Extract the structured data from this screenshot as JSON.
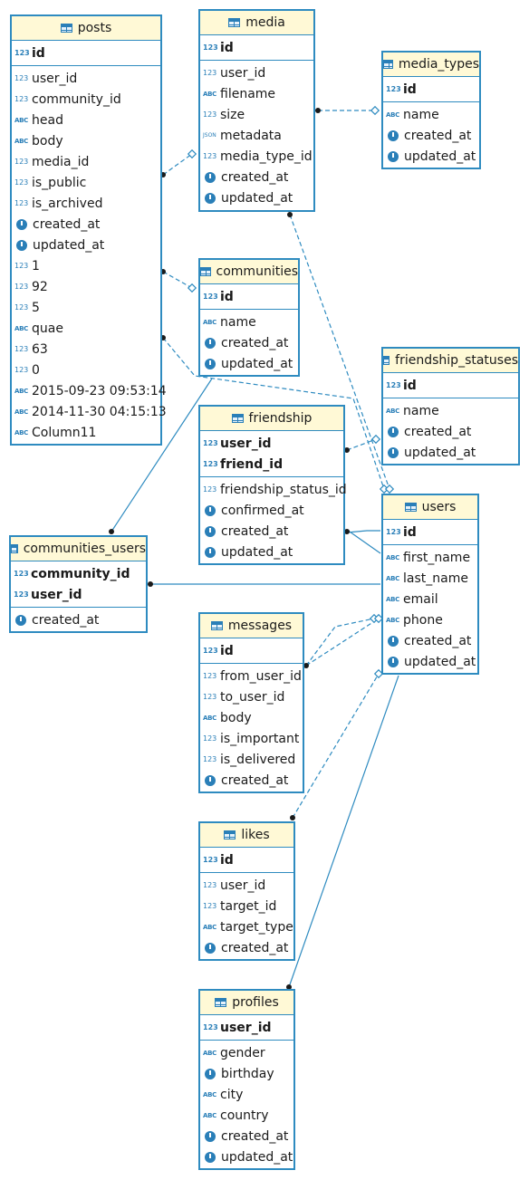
{
  "entities": {
    "posts": {
      "title": "posts",
      "sections": [
        [
          {
            "icon": "num-key-icon",
            "glyph": "123",
            "label": "id",
            "key": true
          }
        ],
        [
          {
            "icon": "num-fk-icon",
            "glyph": "123",
            "label": "user_id"
          },
          {
            "icon": "num-fk-icon",
            "glyph": "123",
            "label": "community_id"
          },
          {
            "icon": "text-icon",
            "glyph": "ABC",
            "label": "head"
          },
          {
            "icon": "text-icon",
            "glyph": "ABC",
            "label": "body"
          },
          {
            "icon": "num-fk-icon",
            "glyph": "123",
            "label": "media_id"
          },
          {
            "icon": "num-icon",
            "glyph": "123",
            "label": "is_public"
          },
          {
            "icon": "num-icon",
            "glyph": "123",
            "label": "is_archived"
          },
          {
            "icon": "clock-icon",
            "glyph": "",
            "label": "created_at"
          },
          {
            "icon": "clock-icon",
            "glyph": "",
            "label": "updated_at"
          },
          {
            "icon": "num-icon",
            "glyph": "123",
            "label": "1"
          },
          {
            "icon": "num-icon",
            "glyph": "123",
            "label": "92"
          },
          {
            "icon": "num-icon",
            "glyph": "123",
            "label": "5"
          },
          {
            "icon": "text-icon",
            "glyph": "ABC",
            "label": "quae"
          },
          {
            "icon": "num-icon",
            "glyph": "123",
            "label": "63"
          },
          {
            "icon": "num-icon",
            "glyph": "123",
            "label": "0"
          },
          {
            "icon": "text-icon",
            "glyph": "ABC",
            "label": "2015-09-23 09:53:14"
          },
          {
            "icon": "text-icon",
            "glyph": "ABC",
            "label": "2014-11-30 04:15:13"
          },
          {
            "icon": "text-icon",
            "glyph": "ABC",
            "label": "Column11"
          }
        ]
      ]
    },
    "media": {
      "title": "media",
      "sections": [
        [
          {
            "icon": "num-key-icon",
            "glyph": "123",
            "label": "id",
            "key": true
          }
        ],
        [
          {
            "icon": "num-fk-icon",
            "glyph": "123",
            "label": "user_id"
          },
          {
            "icon": "text-icon",
            "glyph": "ABC",
            "label": "filename"
          },
          {
            "icon": "num-icon",
            "glyph": "123",
            "label": "size"
          },
          {
            "icon": "json-icon",
            "glyph": "JSON",
            "label": "metadata"
          },
          {
            "icon": "num-fk-icon",
            "glyph": "123",
            "label": "media_type_id"
          },
          {
            "icon": "clock-icon",
            "glyph": "",
            "label": "created_at"
          },
          {
            "icon": "clock-icon",
            "glyph": "",
            "label": "updated_at"
          }
        ]
      ]
    },
    "media_types": {
      "title": "media_types",
      "sections": [
        [
          {
            "icon": "num-key-icon",
            "glyph": "123",
            "label": "id",
            "key": true
          }
        ],
        [
          {
            "icon": "text-key-icon",
            "glyph": "ABC",
            "label": "name"
          },
          {
            "icon": "clock-icon",
            "glyph": "",
            "label": "created_at"
          },
          {
            "icon": "clock-icon",
            "glyph": "",
            "label": "updated_at"
          }
        ]
      ]
    },
    "communities": {
      "title": "communities",
      "sections": [
        [
          {
            "icon": "num-key-icon",
            "glyph": "123",
            "label": "id",
            "key": true
          }
        ],
        [
          {
            "icon": "text-key-icon",
            "glyph": "ABC",
            "label": "name"
          },
          {
            "icon": "clock-icon",
            "glyph": "",
            "label": "created_at"
          },
          {
            "icon": "clock-icon",
            "glyph": "",
            "label": "updated_at"
          }
        ]
      ]
    },
    "friendship_statuses": {
      "title": "friendship_statuses",
      "sections": [
        [
          {
            "icon": "num-key-icon",
            "glyph": "123",
            "label": "id",
            "key": true
          }
        ],
        [
          {
            "icon": "text-key-icon",
            "glyph": "ABC",
            "label": "name"
          },
          {
            "icon": "clock-icon",
            "glyph": "",
            "label": "created_at"
          },
          {
            "icon": "clock-icon",
            "glyph": "",
            "label": "updated_at"
          }
        ]
      ]
    },
    "friendship": {
      "title": "friendship",
      "sections": [
        [
          {
            "icon": "num-key-icon",
            "glyph": "123",
            "label": "user_id",
            "key": true
          },
          {
            "icon": "num-key-icon",
            "glyph": "123",
            "label": "friend_id",
            "key": true
          }
        ],
        [
          {
            "icon": "num-fk-icon",
            "glyph": "123",
            "label": "friendship_status_id"
          },
          {
            "icon": "clock-icon",
            "glyph": "",
            "label": "confirmed_at"
          },
          {
            "icon": "clock-icon",
            "glyph": "",
            "label": "created_at"
          },
          {
            "icon": "clock-icon",
            "glyph": "",
            "label": "updated_at"
          }
        ]
      ]
    },
    "users": {
      "title": "users",
      "sections": [
        [
          {
            "icon": "num-key-icon",
            "glyph": "123",
            "label": "id",
            "key": true
          }
        ],
        [
          {
            "icon": "text-icon",
            "glyph": "ABC",
            "label": "first_name"
          },
          {
            "icon": "text-icon",
            "glyph": "ABC",
            "label": "last_name"
          },
          {
            "icon": "text-key-icon",
            "glyph": "ABC",
            "label": "email"
          },
          {
            "icon": "text-key-icon",
            "glyph": "ABC",
            "label": "phone"
          },
          {
            "icon": "clock-icon",
            "glyph": "",
            "label": "created_at"
          },
          {
            "icon": "clock-icon",
            "glyph": "",
            "label": "updated_at"
          }
        ]
      ]
    },
    "communities_users": {
      "title": "communities_users",
      "sections": [
        [
          {
            "icon": "num-key-icon",
            "glyph": "123",
            "label": "community_id",
            "key": true
          },
          {
            "icon": "num-key-icon",
            "glyph": "123",
            "label": "user_id",
            "key": true
          }
        ],
        [
          {
            "icon": "clock-icon",
            "glyph": "",
            "label": "created_at"
          }
        ]
      ]
    },
    "messages": {
      "title": "messages",
      "sections": [
        [
          {
            "icon": "num-key-icon",
            "glyph": "123",
            "label": "id",
            "key": true
          }
        ],
        [
          {
            "icon": "num-fk-icon",
            "glyph": "123",
            "label": "from_user_id"
          },
          {
            "icon": "num-fk-icon",
            "glyph": "123",
            "label": "to_user_id"
          },
          {
            "icon": "text-icon",
            "glyph": "ABC",
            "label": "body"
          },
          {
            "icon": "num-icon",
            "glyph": "123",
            "label": "is_important"
          },
          {
            "icon": "num-icon",
            "glyph": "123",
            "label": "is_delivered"
          },
          {
            "icon": "clock-icon",
            "glyph": "",
            "label": "created_at"
          }
        ]
      ]
    },
    "likes": {
      "title": "likes",
      "sections": [
        [
          {
            "icon": "num-key-icon",
            "glyph": "123",
            "label": "id",
            "key": true
          }
        ],
        [
          {
            "icon": "num-fk-icon",
            "glyph": "123",
            "label": "user_id"
          },
          {
            "icon": "num-icon",
            "glyph": "123",
            "label": "target_id"
          },
          {
            "icon": "text-icon",
            "glyph": "ABC",
            "label": "target_type"
          },
          {
            "icon": "clock-icon",
            "glyph": "",
            "label": "created_at"
          }
        ]
      ]
    },
    "profiles": {
      "title": "profiles",
      "sections": [
        [
          {
            "icon": "num-key-icon",
            "glyph": "123",
            "label": "user_id",
            "key": true
          }
        ],
        [
          {
            "icon": "text-icon",
            "glyph": "ABC",
            "label": "gender"
          },
          {
            "icon": "clock-icon",
            "glyph": "",
            "label": "birthday"
          },
          {
            "icon": "text-icon",
            "glyph": "ABC",
            "label": "city"
          },
          {
            "icon": "text-icon",
            "glyph": "ABC",
            "label": "country"
          },
          {
            "icon": "clock-icon",
            "glyph": "",
            "label": "created_at"
          },
          {
            "icon": "clock-icon",
            "glyph": "",
            "label": "updated_at"
          }
        ]
      ]
    }
  },
  "relations": [
    {
      "from": "posts",
      "to": "media",
      "style": "dashed"
    },
    {
      "from": "media",
      "to": "media_types",
      "style": "dashed"
    },
    {
      "from": "posts",
      "to": "communities",
      "style": "dashed"
    },
    {
      "from": "posts",
      "to": "users",
      "style": "dashed"
    },
    {
      "from": "media",
      "to": "users",
      "style": "dashed"
    },
    {
      "from": "friendship",
      "to": "friendship_statuses",
      "style": "dashed"
    },
    {
      "from": "friendship",
      "to": "users",
      "style": "solid"
    },
    {
      "from": "communities_users",
      "to": "communities",
      "style": "solid"
    },
    {
      "from": "communities_users",
      "to": "users",
      "style": "solid"
    },
    {
      "from": "messages",
      "to": "users",
      "style": "dashed"
    },
    {
      "from": "likes",
      "to": "users",
      "style": "dashed"
    },
    {
      "from": "profiles",
      "to": "users",
      "style": "solid"
    }
  ],
  "colors": {
    "border": "#2e8bc0",
    "header": "#fff9d6",
    "line": "#2e8bc0"
  }
}
